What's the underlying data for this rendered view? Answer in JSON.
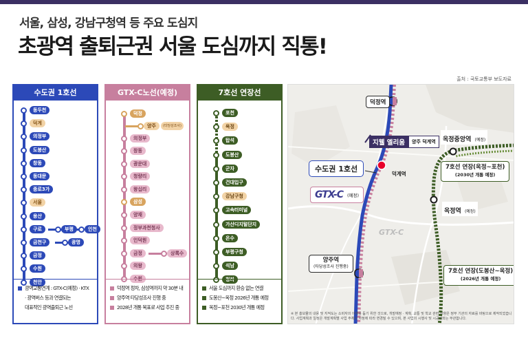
{
  "subtitle": "서울, 삼성, 강남구청역 등 주요 도심지",
  "headline": "초광역 출퇴근권 서울 도심까지 직통!",
  "source": "출처 : 국토교통부 보도자료",
  "colors": {
    "line1": "#2c49b8",
    "gtxc": "#c77f9e",
    "line7": "#3d5d25",
    "accent": "#e8002a",
    "gold": "#d8a45f"
  },
  "panels": {
    "line1": {
      "title": "수도권 1호선",
      "stations": [
        "동두천",
        "덕계",
        "의정부",
        "도봉산",
        "창동",
        "동대문",
        "종로3가",
        "서울",
        "용산",
        "구로",
        "금천구",
        "금정",
        "수원",
        "천안"
      ],
      "branches": {
        "guro": [
          "부평",
          "인천"
        ],
        "geumcheon": [
          "광명"
        ]
      },
      "notes": [
        "광역교통연계 : GTX-C(예정) · KTX",
        "· 광역버스 등과 연결되는",
        "대표적인 광역출퇴근 노선"
      ]
    },
    "gtxc": {
      "title": "GTX-C노선(예정)",
      "stations": [
        "덕정",
        "의정부",
        "창동",
        "광운대",
        "청량리",
        "왕십리",
        "삼성",
        "양재",
        "정부과천청사",
        "인덕원",
        "금정",
        "의왕",
        "수원"
      ],
      "branches": {
        "top": "양주",
        "top_note": "(타당성조사)",
        "geumjeong": "상록수"
      },
      "notes": [
        "덕정역 정차, 삼성역까지 약 30분 내",
        "양주역 타당성조사 진행 중",
        "2028년 개통 목표로 사업 추진 중"
      ]
    },
    "line7": {
      "title": "7호선 연장선",
      "stations": [
        "포천",
        "옥정",
        "탑석",
        "도봉산",
        "군자",
        "건대입구",
        "강남구청",
        "고속터미널",
        "가산디지털단지",
        "온수",
        "부평구청",
        "석남",
        "청라"
      ],
      "notes": [
        "서울 도심까지 환승 없는 연결",
        "도봉산~옥정 2026년 개통 예정",
        "옥정~포천 2030년 개통 예정"
      ]
    }
  },
  "map": {
    "deokjeong": "덕정역",
    "complex": "지웰 엘리움",
    "complex_sub": "양주 덕계역",
    "line1_label": "수도권 1호선",
    "deokgye": "덕계역",
    "gtx_logo": "GTX-C",
    "gtx_note": "(예정)",
    "yangju": "양주역",
    "yangju_note": "(타당성조사 진행중)",
    "okjeong_jungang": "옥정중앙역",
    "okjeong_jungang_note": "(예정)",
    "ext1_title": "7호선 연장(옥정~포천)",
    "ext1_note": "(2030년 개통 예정)",
    "okjeong": "옥정역",
    "okjeong_note": "(예정)",
    "ext2_title": "7호선 연장(도봉산~옥정)",
    "ext2_note": "(2026년 개통 예정)",
    "watermark": "GTX-C",
    "disclaimer": "※ 본 홍보물의 내용 및 지적도는 소비자의 이해를 돕기 위한 것으로, 개발예정 · 계획, 교통 및 학교 관련 사항은 정부 기관의 자료를 바탕으로 제작되었습니다. 사업계획과 일정은 개발계획별 사업 주체의 사정에 따라 변경될 수 있으며, 본 사업의 시행사 및 시공사와는 무관합니다."
  }
}
